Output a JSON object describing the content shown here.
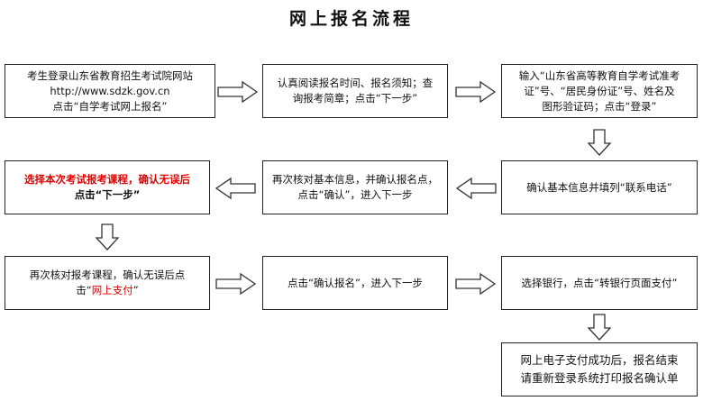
{
  "title": "网上报名流程",
  "steps": [
    {
      "id": "step1",
      "lines": [
        "考生登录山东省教育招生考试院网站",
        "http://www.sdzk.gov.cn",
        "点击“自学考试网上报名”"
      ]
    },
    {
      "id": "step2",
      "lines": [
        "认真阅读报名时间、报名须知；查",
        "询报考简章；点击“下一步”"
      ]
    },
    {
      "id": "step3",
      "lines": [
        "输入“山东省高等教育自学考试准考",
        "证”号、“居民身份证”号、姓名及",
        "图形验证码；点击“登录”"
      ]
    },
    {
      "id": "step4",
      "lines": [
        "确认基本信息并填列“联系电话”"
      ]
    },
    {
      "id": "step5",
      "lines": [
        "再次核对基本信息，并确认报名点，",
        "点击“确认”，进入下一步"
      ]
    },
    {
      "id": "step6",
      "lines": [
        "选择本次考试报考课程，确认无误后",
        "点击“下一步”"
      ]
    },
    {
      "id": "step7",
      "line1": "再次核对报考课程，确认无误后点",
      "line2_pre": "击“",
      "line2_red": "网上支付",
      "line2_post": "”"
    },
    {
      "id": "step8",
      "lines": [
        "点击“确认报名”，进入下一步"
      ]
    },
    {
      "id": "step9",
      "lines": [
        "选择银行，点击“转银行页面支付”"
      ]
    },
    {
      "id": "step10",
      "lines": [
        "网上电子支付成功后，报名结束",
        "请重新登录系统打印报名确认单"
      ]
    }
  ]
}
